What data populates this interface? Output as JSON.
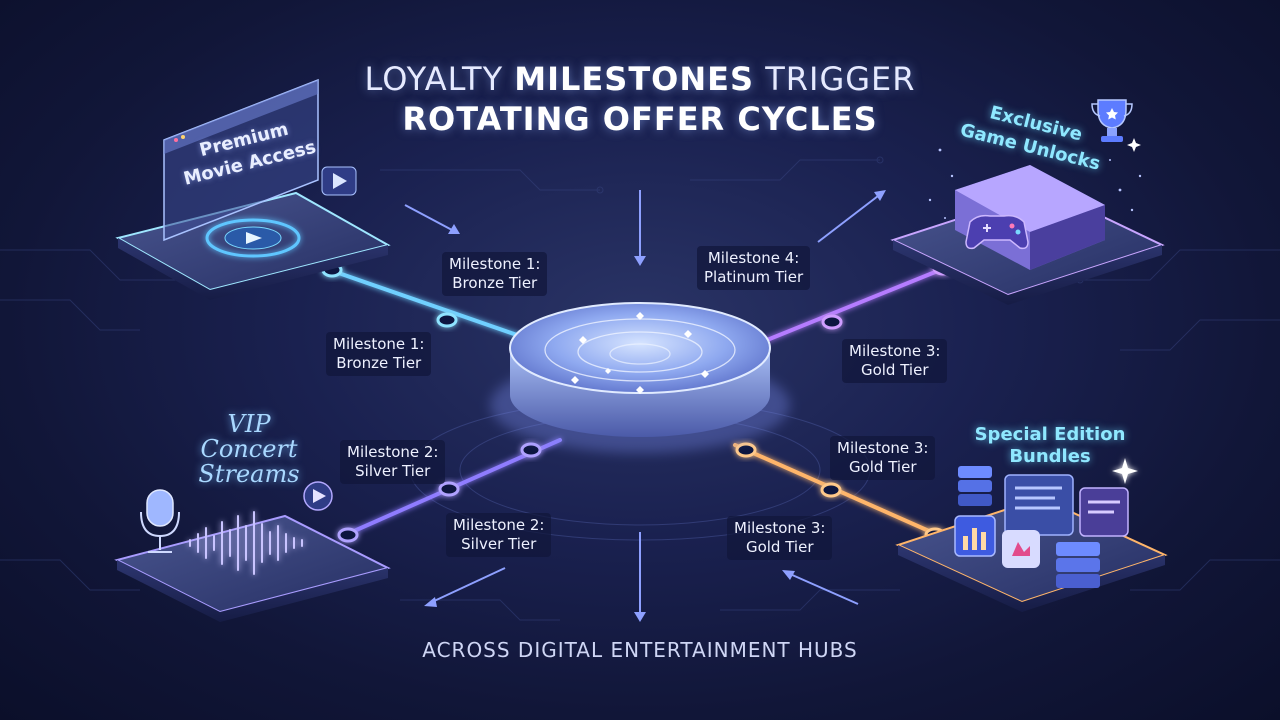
{
  "title": {
    "line1_a": "LOYALTY",
    "line1_b": "MILESTONES",
    "line1_c": "TRIGGER",
    "line2": "ROTATING OFFER CYCLES"
  },
  "footer": "ACROSS DIGITAL ENTERTAINMENT HUBS",
  "cards": {
    "premium_movie": "Premium Movie Access",
    "premium_movie_lines": [
      "Premium",
      "Movie Access"
    ],
    "exclusive_game_lines": [
      "Exclusive",
      "Game Unlocks"
    ],
    "vip_concert_lines": [
      "VIP",
      "Concert",
      "Streams"
    ],
    "special_edition_lines": [
      "Special Edition",
      "Bundles"
    ]
  },
  "labels": {
    "m1_upper": [
      "Milestone 1:",
      "Bronze Tier"
    ],
    "m1_lower": [
      "Milestone 1:",
      "Bronze Tier"
    ],
    "m4": [
      "Milestone 4:",
      "Platinum Tier"
    ],
    "m3_upper_right": [
      "Milestone 3:",
      "Gold Tier"
    ],
    "m2_upper": [
      "Milestone 2:",
      "Silver Tier"
    ],
    "m2_lower": [
      "Milestone 2:",
      "Silver Tier"
    ],
    "m3_mid_right": [
      "Milestone 3:",
      "Gold Tier"
    ],
    "m3_lower_right": [
      "Milestone 3:",
      "Gold Tier"
    ]
  },
  "colors": {
    "bronze_line": "#6fd0ff",
    "platinum_line": "#b57bff",
    "silver_line": "#8f7cff",
    "gold_line": "#ffb56a",
    "hub": "#a9c6ff"
  },
  "icons": [
    "play-icon",
    "trophy-icon",
    "game-controller-icon",
    "microphone-icon",
    "sparkle-icon",
    "bar-chart-icon"
  ]
}
